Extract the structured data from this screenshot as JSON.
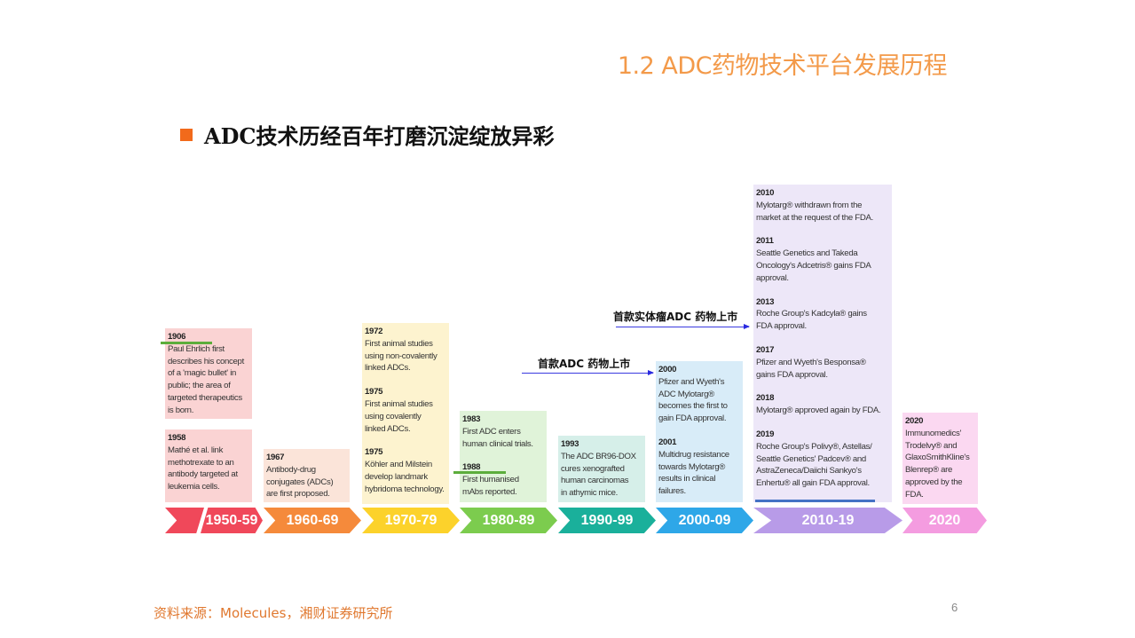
{
  "header": {
    "title": "1.2 ADC药物技术平台发展历程"
  },
  "subtitle": "ADC技术历经百年打磨沉淀绽放异彩",
  "annotations": [
    {
      "label": "首款ADC 药物上市"
    },
    {
      "label": "首款实体瘤ADC 药物上市"
    }
  ],
  "periods": [
    {
      "label": "1950-59",
      "color": "#f0485a"
    },
    {
      "label": "1960-69",
      "color": "#f58a3b"
    },
    {
      "label": "1970-79",
      "color": "#fcd22b"
    },
    {
      "label": "1980-89",
      "color": "#7ccc4e"
    },
    {
      "label": "1990-99",
      "color": "#1ab09b"
    },
    {
      "label": "2000-09",
      "color": "#2ea7e8"
    },
    {
      "label": "2010-19",
      "color": "#b89be8"
    },
    {
      "label": "2020",
      "color": "#f49ce0"
    }
  ],
  "boxes": [
    {
      "color": "#fad3d3",
      "events": [
        {
          "year": "1906",
          "text": "Paul Ehrlich first\ndescribes his concept\nof a 'magic bullet' in\npublic; the area of\ntargeted therapeutics\nis born."
        }
      ]
    },
    {
      "color": "#fad3d3",
      "events": [
        {
          "year": "1958",
          "text": "Mathé et al. link\nmethotrexate to an\nantibody targeted at\nleukemia cells."
        }
      ]
    },
    {
      "color": "#fbe4d9",
      "events": [
        {
          "year": "1967",
          "text": "Antibody-drug\nconjugates (ADCs)\nare first proposed."
        }
      ]
    },
    {
      "color": "#fdf3cf",
      "events": [
        {
          "year": "1972",
          "text": "First animal studies\nusing non-covalently\nlinked ADCs."
        },
        {
          "year": "1975",
          "text": "First animal studies\nusing covalently\nlinked ADCs."
        },
        {
          "year": "1975",
          "text": "Köhler and Milstein\ndevelop landmark\nhybridoma technology."
        }
      ]
    },
    {
      "color": "#e0f3d9",
      "events": [
        {
          "year": "1983",
          "text": "First ADC enters\nhuman clinical trials."
        },
        {
          "year": "1988",
          "text": "First humanised\nmAbs reported."
        }
      ]
    },
    {
      "color": "#d6efe9",
      "events": [
        {
          "year": "1993",
          "text": "The ADC BR96-DOX\ncures xenografted\nhuman carcinomas\nin athymic mice."
        }
      ]
    },
    {
      "color": "#d8ecf8",
      "events": [
        {
          "year": "2000",
          "text": "Pfizer and Wyeth's\nADC Mylotarg®\nbecomes the first to\ngain FDA approval."
        },
        {
          "year": "2001",
          "text": "Multidrug resistance\ntowards Mylotarg®\nresults in clinical\nfailures."
        }
      ]
    },
    {
      "color": "#ede7f8",
      "events": [
        {
          "year": "2010",
          "text": "Mylotarg® withdrawn from the\nmarket at the request of the FDA."
        },
        {
          "year": "2011",
          "text": "Seattle Genetics and Takeda\nOncology's Adcetris® gains FDA\napproval."
        },
        {
          "year": "2013",
          "text": "Roche Group's Kadcyla® gains\nFDA approval."
        },
        {
          "year": "2017",
          "text": "Pfizer and Wyeth's Besponsa®\ngains FDA approval."
        },
        {
          "year": "2018",
          "text": "Mylotarg® approved again by FDA."
        },
        {
          "year": "2019",
          "text": "Roche Group's Polivy®, Astellas/\nSeattle Genetics' Padcev® and\nAstraZeneca/Daiichi Sankyo's\nEnhertu® all gain FDA approval."
        }
      ]
    },
    {
      "color": "#fbd8f1",
      "events": [
        {
          "year": "2020",
          "text": "Immunomedics'\nTrodelvy® and\nGlaxoSmithKline's\nBlenrep® are\napproved by the\nFDA."
        }
      ]
    }
  ],
  "footer": {
    "source": "资料来源：Molecules，湘财证券研究所",
    "page": "6"
  }
}
